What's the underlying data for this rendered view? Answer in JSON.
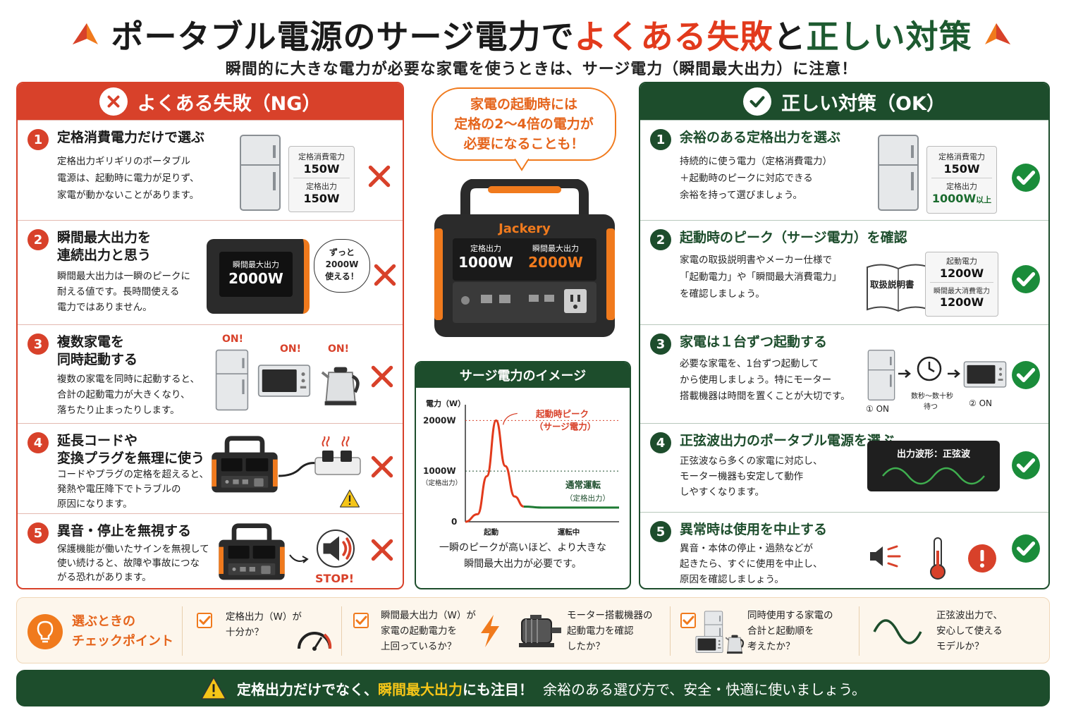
{
  "header": {
    "title_part1": "ポータブル電源のサージ電力で",
    "title_part2": "よくある失敗",
    "title_part3": "と",
    "title_part4": "正しい対策",
    "subtitle": "瞬間的に大きな電力が必要な家電を使うときは、サージ電力（瞬間最大出力）に注意！"
  },
  "ng": {
    "heading": "よくある失敗（NG）",
    "items": [
      {
        "num": "1",
        "title1": "定格消費電力だけで選ぶ",
        "title2": "",
        "body1": "定格出力ギリギリのポータブル",
        "body2": "電源は、起動時に電力が足りず、",
        "body3": "家電が動かないことがあります。"
      },
      {
        "num": "2",
        "title1": "瞬間最大出力を",
        "title2": "連続出力と思う",
        "body1": "瞬間最大出力は一瞬のピークに",
        "body2": "耐える値です。長時間使える",
        "body3": "電力ではありません。"
      },
      {
        "num": "3",
        "title1": "複数家電を",
        "title2": "同時起動する",
        "body1": "複数の家電を同時に起動すると、",
        "body2": "合計の起動電力が大きくなり、",
        "body3": "落ちたり止まったりします。"
      },
      {
        "num": "4",
        "title1": "延長コードや",
        "title2": "変換プラグを無理に使う",
        "body1": "コードやプラグの定格を超えると、",
        "body2": "発熱や電圧降下でトラブルの",
        "body3": "原因になります。"
      },
      {
        "num": "5",
        "title1": "異音・停止を無視する",
        "title2": "",
        "body1": "保護機能が働いたサインを無視して",
        "body2": "使い続けると、故障や事故につな",
        "body3": "がる恐れがあります。"
      }
    ],
    "spec1": {
      "label1": "定格消費電力",
      "value1": "150W",
      "label2": "定格出力",
      "value2": "150W"
    },
    "unit2": {
      "label": "瞬間最大出力",
      "value": "2000W"
    },
    "speech2": {
      "l1": "ずっと",
      "l2": "2000W",
      "l3": "使える！"
    },
    "on_label": "ON!",
    "stop_label": "STOP!"
  },
  "ok": {
    "heading": "正しい対策（OK）",
    "items": [
      {
        "num": "1",
        "title1": "余裕のある定格出力を選ぶ",
        "body1": "持続的に使う電力（定格消費電力）",
        "body2": "＋起動時のピークに対応できる",
        "body3": "余裕を持って選びましょう。"
      },
      {
        "num": "2",
        "title1": "起動時のピーク（サージ電力）を確認",
        "body1": "家電の取扱説明書やメーカー仕様で",
        "body2": "「起動電力」や「瞬間最大消費電力」",
        "body3": "を確認しましょう。"
      },
      {
        "num": "3",
        "title1": "家電は１台ずつ起動する",
        "body1": "必要な家電を、1台ずつ起動して",
        "body2": "から使用しましょう。特にモーター",
        "body3": "搭載機器は時間を置くことが大切です。"
      },
      {
        "num": "4",
        "title1": "正弦波出力のポータブル電源を選ぶ",
        "body1": "正弦波なら多くの家電に対応し、",
        "body2": "モーター機器も安定して動作",
        "body3": "しやすくなります。"
      },
      {
        "num": "5",
        "title1": "異常時は使用を中止する",
        "body1": "異音・本体の停止・過熱などが",
        "body2": "起きたら、すぐに使用を中止し、",
        "body3": "原因を確認しましょう。"
      }
    ],
    "spec1": {
      "label1": "定格消費電力",
      "value1": "150W",
      "label2": "定格出力",
      "value2": "1000W",
      "value2_suffix": "以上"
    },
    "manual_label": "取扱説明書",
    "spec2": {
      "label1": "起動電力",
      "value1": "1200W",
      "label2": "瞬間最大消費電力",
      "value2": "1200W"
    },
    "seq": {
      "on1": "① ON",
      "wait1": "数秒〜数十秒",
      "wait2": "待つ",
      "on2": "② ON"
    },
    "waveform_label": "出力波形：正弦波"
  },
  "center": {
    "bubble1": "家電の起動時には",
    "bubble2": "定格の2〜4倍の電力が",
    "bubble3": "必要になることも！",
    "brand": "Jackery",
    "rated_label": "定格出力",
    "rated_value": "1000W",
    "peak_label": "瞬間最大出力",
    "peak_value": "2000W"
  },
  "surge": {
    "heading": "サージ電力のイメージ",
    "caption1": "一瞬のピークが高いほど、より大きな",
    "caption2": "瞬間最大出力が必要です。"
  },
  "chart_data": {
    "type": "line",
    "title": "サージ電力のイメージ",
    "ylabel": "電力（W）",
    "yticks": [
      "2000W",
      "1000W",
      "（定格出力）",
      "0"
    ],
    "xticks": [
      "起動",
      "運転中"
    ],
    "ylim": [
      0,
      2200
    ],
    "series": [
      {
        "name": "起動時ピーク（サージ電力）",
        "x": [
          0,
          0.08,
          0.14,
          0.2,
          0.26,
          0.32,
          0.38,
          0.5,
          1.0
        ],
        "y": [
          0,
          150,
          900,
          2000,
          1100,
          500,
          300,
          280,
          280
        ]
      }
    ],
    "reference_lines": [
      {
        "y": 2000,
        "style": "dotted",
        "color": "#d8412a"
      },
      {
        "y": 1000,
        "style": "dotted",
        "color": "#1d4d2c"
      }
    ],
    "annotations": [
      {
        "text1": "起動時ピーク",
        "text2": "（サージ電力）",
        "color": "#d8412a"
      },
      {
        "text1": "通常運転",
        "text2": "（定格出力）",
        "color": "#1d4d2c"
      }
    ],
    "line_colors": {
      "surge": "#e23a1c",
      "normal": "#1d7a33"
    }
  },
  "checkpoints": {
    "title1": "選ぶときの",
    "title2": "チェックポイント",
    "items": [
      {
        "l1": "定格出力（W）が",
        "l2": "十分か？",
        "l3": ""
      },
      {
        "l1": "瞬間最大出力（W）が",
        "l2": "家電の起動電力を",
        "l3": "上回っているか？"
      },
      {
        "l1": "モーター搭載機器の",
        "l2": "起動電力を確認",
        "l3": "したか？"
      },
      {
        "l1": "同時使用する家電の",
        "l2": "合計と起動順を",
        "l3": "考えたか？"
      },
      {
        "l1": "正弦波出力で、",
        "l2": "安心して使える",
        "l3": "モデルか？"
      }
    ]
  },
  "banner": {
    "part1": "定格出力だけでなく、",
    "part2": "瞬間最大出力",
    "part3": "にも注目！",
    "part4": "余裕のある選び方で、安全・快適に使いましょう。"
  },
  "colors": {
    "ng_red": "#d8412a",
    "ok_green": "#1d4d2c",
    "accent_orange": "#f07a1d",
    "warning_yellow": "#f5c518"
  },
  "icons": [
    "x-mark-icon",
    "check-mark-icon",
    "fridge-icon",
    "microwave-icon",
    "kettle-icon",
    "power-station-icon",
    "power-strip-icon",
    "warning-icon",
    "speaker-icon",
    "manual-icon",
    "clock-icon",
    "thermometer-icon",
    "alert-icon",
    "lightbulb-icon",
    "gauge-icon",
    "lightning-icon",
    "motor-icon",
    "sine-wave-icon"
  ]
}
